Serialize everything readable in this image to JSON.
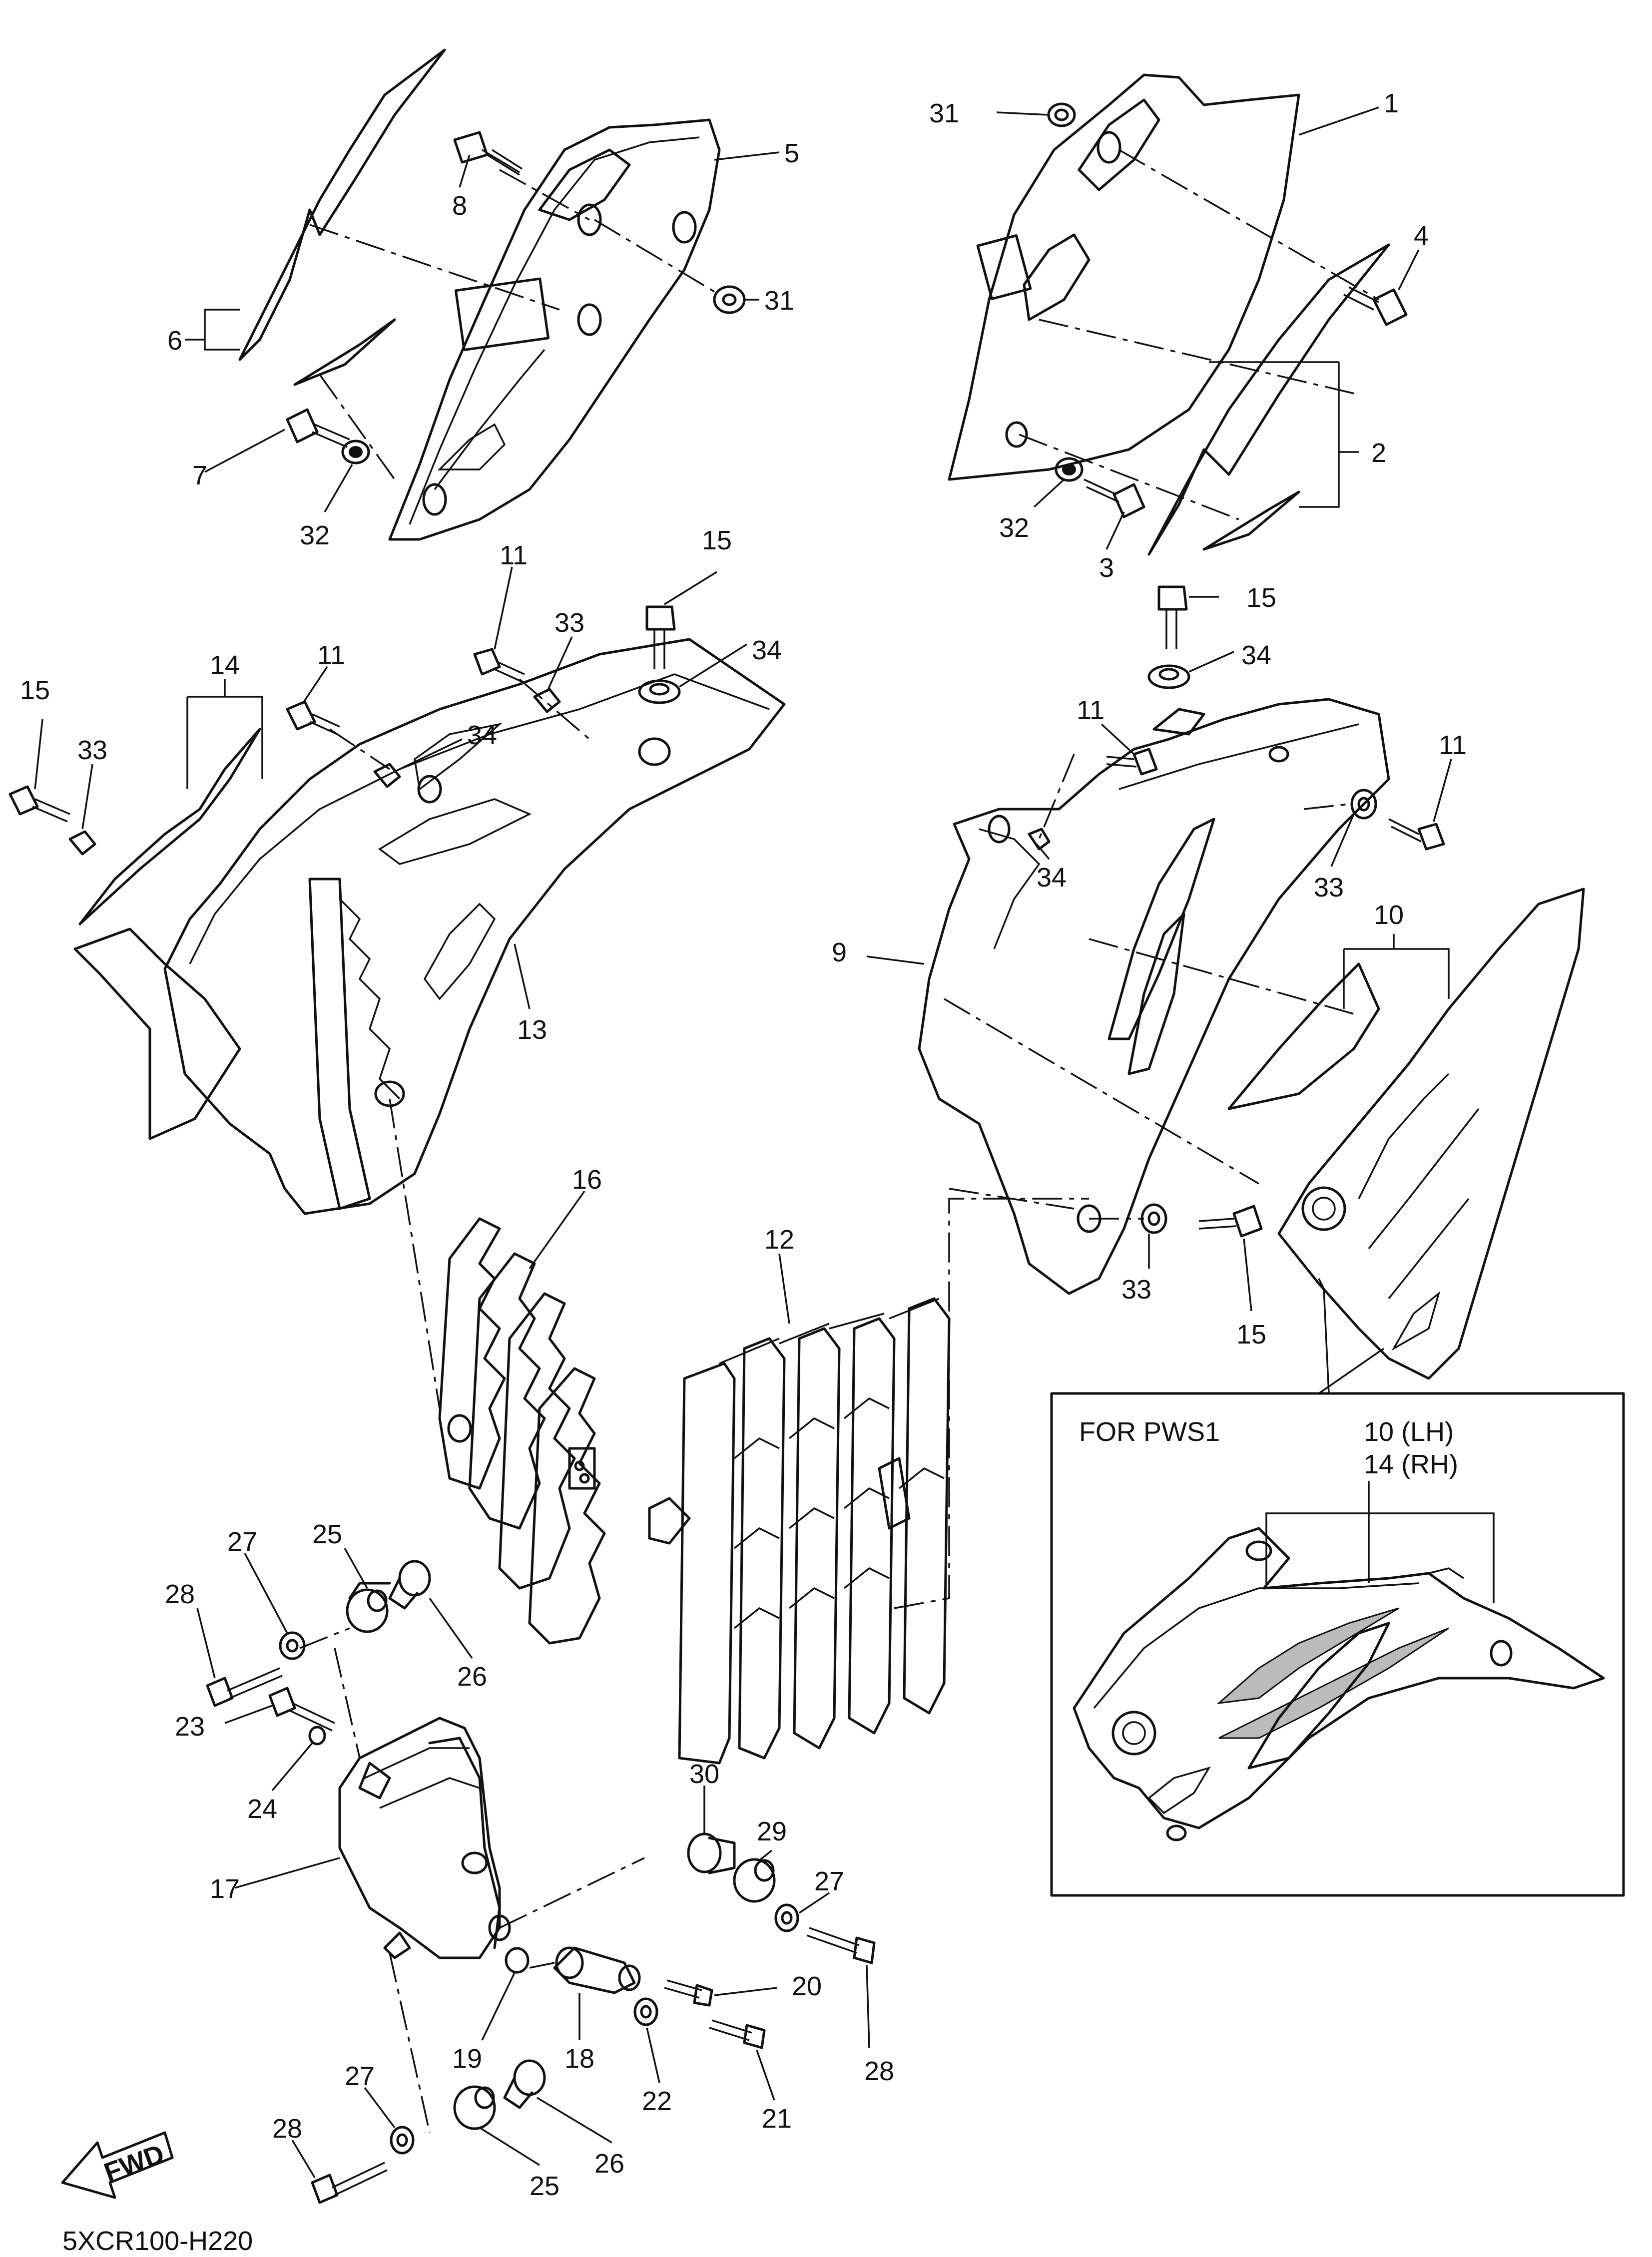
{
  "diagram_code": "5XCR100-H220",
  "inset": {
    "title": "FOR PWS1",
    "label_lh": "10 (LH)",
    "label_rh": "14 (RH)"
  },
  "fwd_badge": "FWD",
  "callouts": {
    "c1": "1",
    "c2": "2",
    "c3": "3",
    "c4": "4",
    "c5": "5",
    "c6": "6",
    "c7": "7",
    "c8": "8",
    "c9": "9",
    "c10": "10",
    "c11a": "11",
    "c11b": "11",
    "c11c": "11",
    "c11d": "11",
    "c12": "12",
    "c13": "13",
    "c14": "14",
    "c15a": "15",
    "c15b": "15",
    "c15c": "15",
    "c15d": "15",
    "c16": "16",
    "c17": "17",
    "c18": "18",
    "c19": "19",
    "c20": "20",
    "c21": "21",
    "c22": "22",
    "c23": "23",
    "c24": "24",
    "c25a": "25",
    "c25b": "25",
    "c26a": "26",
    "c26b": "26",
    "c27a": "27",
    "c27b": "27",
    "c27c": "27",
    "c28a": "28",
    "c28b": "28",
    "c28c": "28",
    "c29": "29",
    "c30": "30",
    "c31a": "31",
    "c31b": "31",
    "c32a": "32",
    "c32b": "32",
    "c33a": "33",
    "c33b": "33",
    "c33c": "33",
    "c33d": "33",
    "c34a": "34",
    "c34b": "34",
    "c34c": "34",
    "c34d": "34"
  }
}
